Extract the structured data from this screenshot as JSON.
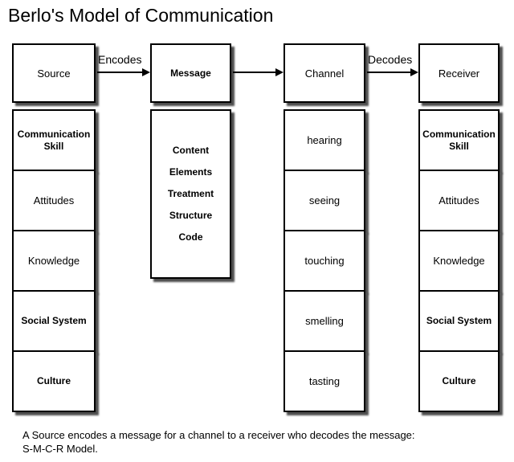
{
  "title": "Berlo's Model of Communication",
  "arrows": {
    "encode_label": "Encodes",
    "decode_label": "Decodes"
  },
  "colors": {
    "box_border": "#000000",
    "box_shadow": "#4e4e4e",
    "background": "#ffffff",
    "text": "#000000"
  },
  "columns": [
    {
      "header": "Source",
      "items": [
        "Communication Skill",
        "Attitudes",
        "Knowledge",
        "Social System",
        "Culture"
      ]
    },
    {
      "header": "Message",
      "items": [
        "Content",
        "Elements",
        "Treatment",
        "Structure",
        "Code"
      ]
    },
    {
      "header": "Channel",
      "items": [
        "hearing",
        "seeing",
        "touching",
        "smelling",
        "tasting"
      ]
    },
    {
      "header": "Receiver",
      "items": [
        "Communication Skill",
        "Attitudes",
        "Knowledge",
        "Social System",
        "Culture"
      ]
    }
  ],
  "caption": {
    "line1": "A Source encodes a message for a channel to a receiver who decodes the message:",
    "line2": "S-M-C-R Model."
  }
}
